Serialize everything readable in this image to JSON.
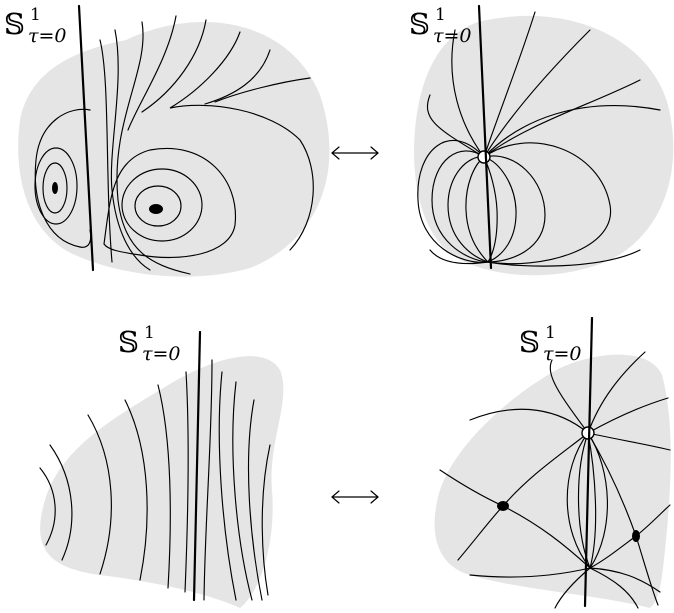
{
  "labels": {
    "top_left": {
      "symbol": "𝕊",
      "superscript": "1",
      "subscript": "τ=0"
    },
    "top_right": {
      "symbol": "𝕊",
      "superscript": "1",
      "subscript": "τ=0"
    },
    "bottom_left": {
      "symbol": "𝕊",
      "superscript": "1",
      "subscript": "τ=0"
    },
    "bottom_right": {
      "symbol": "𝕊",
      "superscript": "1",
      "subscript": "τ=0"
    }
  },
  "arrows": {
    "top": "⟷",
    "bottom": "⟷"
  },
  "colors": {
    "region_fill": "#e5e5e5",
    "line": "#000000",
    "open_point": "#ffffff",
    "filled_point": "#000000"
  }
}
